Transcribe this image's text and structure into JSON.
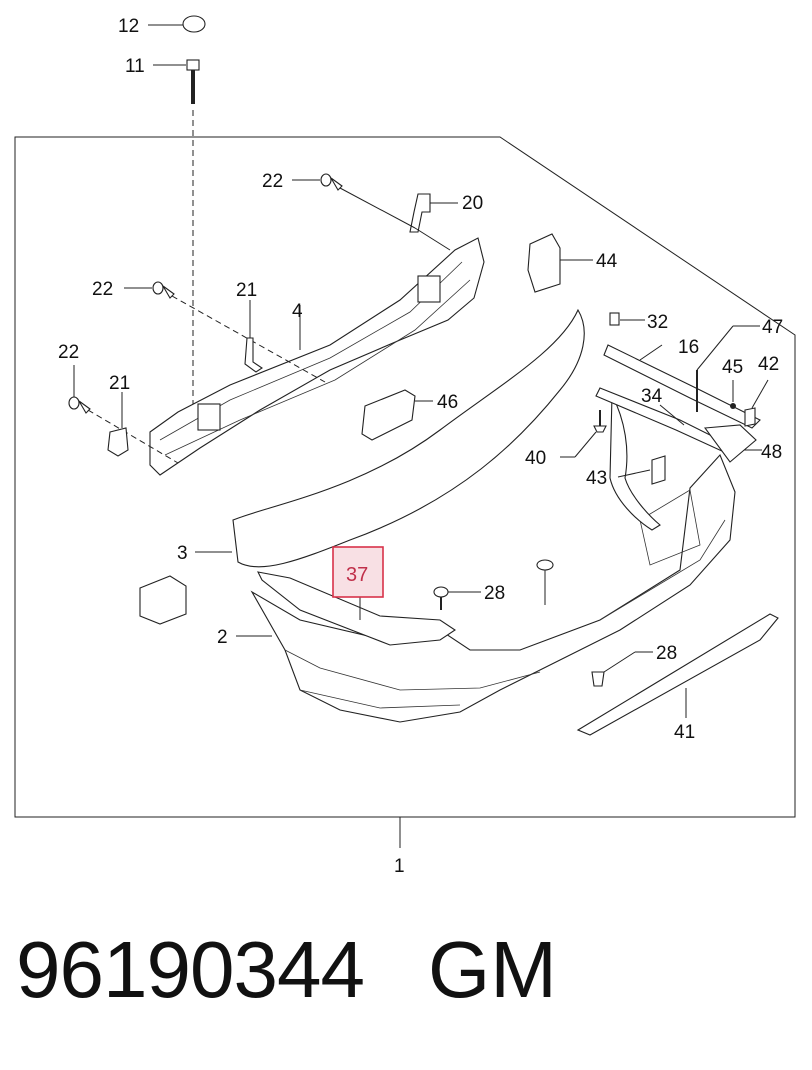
{
  "callouts": [
    {
      "id": "c12",
      "text": "12"
    },
    {
      "id": "c11",
      "text": "11"
    },
    {
      "id": "c22a",
      "text": "22"
    },
    {
      "id": "c20",
      "text": "20"
    },
    {
      "id": "c44",
      "text": "44"
    },
    {
      "id": "c22b",
      "text": "22"
    },
    {
      "id": "c21a",
      "text": "21"
    },
    {
      "id": "c4",
      "text": "4"
    },
    {
      "id": "c22c",
      "text": "22"
    },
    {
      "id": "c21b",
      "text": "21"
    },
    {
      "id": "c46",
      "text": "46"
    },
    {
      "id": "c32",
      "text": "32"
    },
    {
      "id": "c47",
      "text": "47"
    },
    {
      "id": "c16",
      "text": "16"
    },
    {
      "id": "c45",
      "text": "45"
    },
    {
      "id": "c42",
      "text": "42"
    },
    {
      "id": "c34",
      "text": "34"
    },
    {
      "id": "c40",
      "text": "40"
    },
    {
      "id": "c48",
      "text": "48"
    },
    {
      "id": "c43",
      "text": "43"
    },
    {
      "id": "c3",
      "text": "3"
    },
    {
      "id": "c28a",
      "text": "28"
    },
    {
      "id": "c2",
      "text": "2"
    },
    {
      "id": "c28b",
      "text": "28"
    },
    {
      "id": "c41",
      "text": "41"
    },
    {
      "id": "c1",
      "text": "1"
    }
  ],
  "highlight": {
    "text": "37",
    "stroke_color": "#d8324a",
    "fill_color": "#f8e0e4"
  },
  "footer": {
    "part_number": "96190344",
    "brand": "GM"
  }
}
